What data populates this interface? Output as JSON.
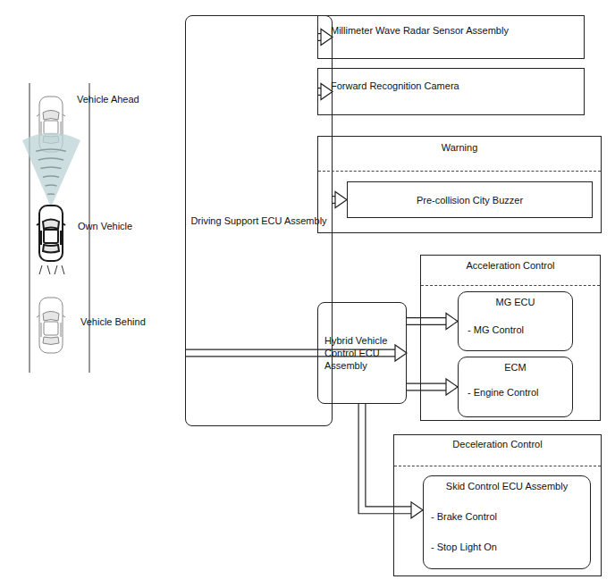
{
  "diagram": {
    "nodes": [
      {
        "text": [
          "Driving Support ECU Assembly"
        ]
      },
      {
        "text": [
          "Millimeter Wave Radar Sensor Assembly"
        ]
      },
      {
        "text": [
          "Forward Recognition Camera"
        ]
      },
      {
        "text": [
          "Warning"
        ]
      },
      {
        "text": [
          "Pre-collision City Buzzer"
        ],
        "in": 3
      },
      {
        "text": [
          "Hybrid Vehicle Control ECU Assembly"
        ]
      },
      {
        "text": [
          "Acceleration Control"
        ]
      },
      {
        "text": [
          "MG ECU",
          "- MG Control"
        ],
        "in": 6
      },
      {
        "text": [
          "ECM",
          "- Engine Control"
        ],
        "in": 6
      },
      {
        "text": [
          "Deceleration Control"
        ]
      },
      {
        "text": [
          "Skid Control ECU Assembly",
          "- Brake Control",
          "- Stop Light On"
        ],
        "in": 9
      }
    ],
    "edges": [
      {
        "from": 1,
        "to": 0,
        "arrow": "to"
      },
      {
        "from": 2,
        "to": 0,
        "arrow": "to"
      },
      {
        "from": 0,
        "to": 4,
        "arrow": "to"
      },
      {
        "from": 0,
        "to": 5,
        "arrow": "to"
      },
      {
        "from": 5,
        "to": 7,
        "arrow": "to"
      },
      {
        "from": 5,
        "to": 8,
        "arrow": "to"
      },
      {
        "from": 5,
        "to": 10,
        "arrow": "to"
      }
    ],
    "labels": [
      "Vehicle Ahead",
      "Own Vehicle",
      "Vehicle Behind"
    ]
  }
}
